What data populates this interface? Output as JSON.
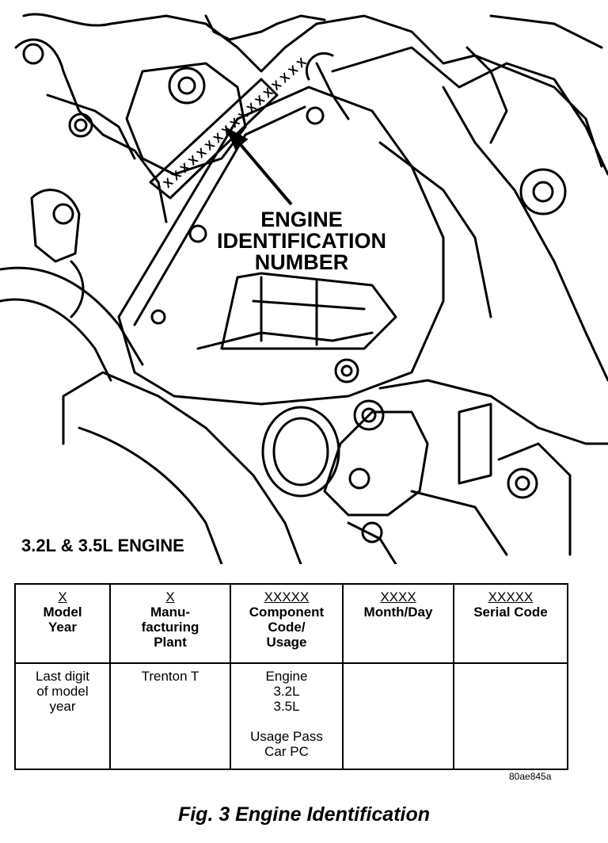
{
  "figure": {
    "callout": [
      "ENGINE",
      "IDENTIFICATION",
      "NUMBER"
    ],
    "stamp_marks": "XXXXXXXXXXXXXXXXX",
    "engine_label": "3.2L & 3.5L ENGINE",
    "code_id": "80ae845a",
    "caption": "Fig. 3 Engine Identification"
  },
  "table": {
    "headers": [
      {
        "code": "X",
        "title": "Model\nYear"
      },
      {
        "code": "X",
        "title": "Manu-\nfacturing\nPlant"
      },
      {
        "code": "XXXXX",
        "title": "Component\nCode/\nUsage"
      },
      {
        "code": "XXXX",
        "title": "Month/Day"
      },
      {
        "code": "XXXXX",
        "title": "Serial Code"
      }
    ],
    "rows": [
      [
        "Last digit\nof model\nyear",
        "Trenton T",
        "Engine\n3.2L\n3.5L\n\nUsage Pass\nCar PC",
        "",
        ""
      ]
    ]
  }
}
